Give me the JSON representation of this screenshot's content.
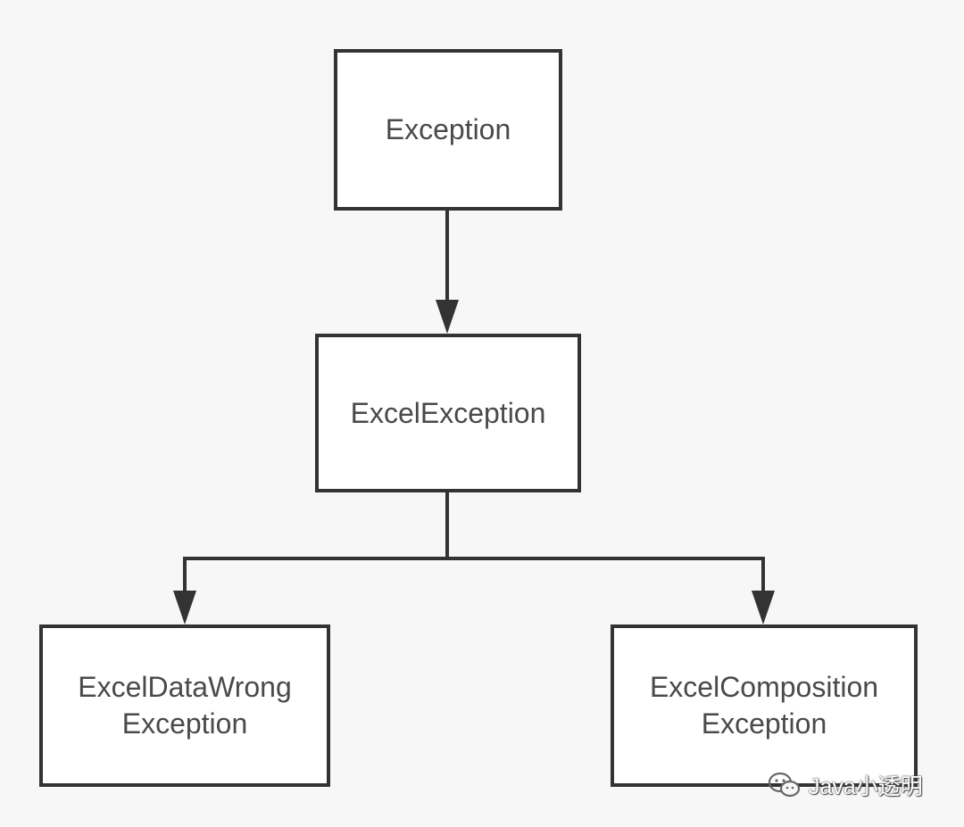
{
  "diagram": {
    "nodes": [
      {
        "id": "exception",
        "lines": [
          "Exception",
          ""
        ]
      },
      {
        "id": "excel-exception",
        "lines": [
          "ExcelException",
          ""
        ]
      },
      {
        "id": "excel-data-wrong-exception",
        "lines": [
          "ExcelDataWrong",
          "Exception"
        ]
      },
      {
        "id": "excel-composition-exception",
        "lines": [
          "ExcelComposition",
          "Exception"
        ]
      }
    ],
    "edges": [
      {
        "from": "exception",
        "to": "excel-exception"
      },
      {
        "from": "excel-exception",
        "to": "excel-data-wrong-exception"
      },
      {
        "from": "excel-exception",
        "to": "excel-composition-exception"
      }
    ]
  },
  "watermark": {
    "text": "Java小透明",
    "icon": "wechat-icon"
  },
  "colors": {
    "background": "#f7f7f7",
    "box_fill": "#ffffff",
    "stroke": "#333333",
    "text": "#4a4a4a"
  }
}
